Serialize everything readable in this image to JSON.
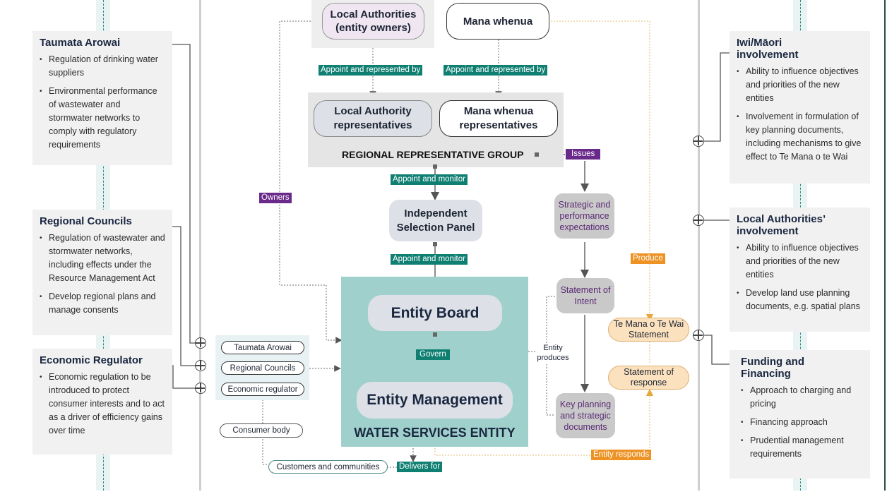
{
  "left_panel": {
    "cards": [
      {
        "title": "Taumata Arowai",
        "bullets": [
          "Regulation of drinking water suppliers",
          "Environmental performance of wastewater and stormwater networks to comply with regulatory requirements"
        ]
      },
      {
        "title": "Regional Councils",
        "bullets": [
          "Regulation of wastewater and stormwater networks, including effects under the Resource Management Act",
          "Develop regional plans and manage consents"
        ]
      },
      {
        "title": "Economic Regulator",
        "bullets": [
          "Economic regulation to be introduced to protect consumer interests and to act as a driver of efficiency gains over time"
        ]
      }
    ]
  },
  "right_panel": {
    "cards": [
      {
        "title": "Iwi/Māori involvement",
        "bullets": [
          "Ability to influence objectives and priorities of the new entities",
          "Involvement in formulation of key planning documents, including mechanisms to give effect to Te Mana o te Wai"
        ]
      },
      {
        "title": "Local Authorities’ involvement",
        "bullets": [
          "Ability to influence objectives and priorities of the new entities",
          "Develop land use planning documents, e.g. spatial plans"
        ]
      },
      {
        "title": "Funding and Financing",
        "bullets": [
          "Approach to charging and pricing",
          "Financing approach",
          "Prudential management requirements"
        ]
      }
    ]
  },
  "diagram": {
    "local_authorities": "Local Authorities (entity owners)",
    "mana_whenua": "Mana whenua",
    "appoint_represented_1": "Appoint and represented by",
    "appoint_represented_2": "Appoint and represented by",
    "la_reps": "Local Authority representatives",
    "mw_reps": "Mana whenua representatives",
    "rrg": "REGIONAL REPRESENTATIVE GROUP",
    "issues": "Issues",
    "owners": "Owners",
    "appoint_monitor_1": "Appoint and monitor",
    "selection_panel": "Independent Selection Panel",
    "appoint_monitor_2": "Appoint and monitor",
    "strategic": "Strategic and performance expectations",
    "produce": "Produce",
    "statement_intent": "Statement of Intent",
    "entity_board": "Entity Board",
    "govern": "Govern",
    "entity_management": "Entity Management",
    "wse": "WATER SERVICES ENTITY",
    "entity_produces": "Entity produces",
    "key_planning": "Key planning and strategic documents",
    "te_mana": "Te Mana o Te Wai Statement",
    "statement_response": "Statement of response",
    "entity_responds": "Entity responds",
    "regulators": [
      "Taumata Arowai",
      "Regional Councils",
      "Economic regulator"
    ],
    "consumer_body": "Consumer body",
    "customers": "Customers and communities",
    "delivers_for": "Delivers for"
  },
  "colors": {
    "teal_label": "#0f7f72",
    "purple_label": "#6a2a8a",
    "orange_label": "#ee9224",
    "entity_box": "#9fd0cb",
    "card_bg": "#f1f1f1",
    "heading": "#1a2740"
  }
}
